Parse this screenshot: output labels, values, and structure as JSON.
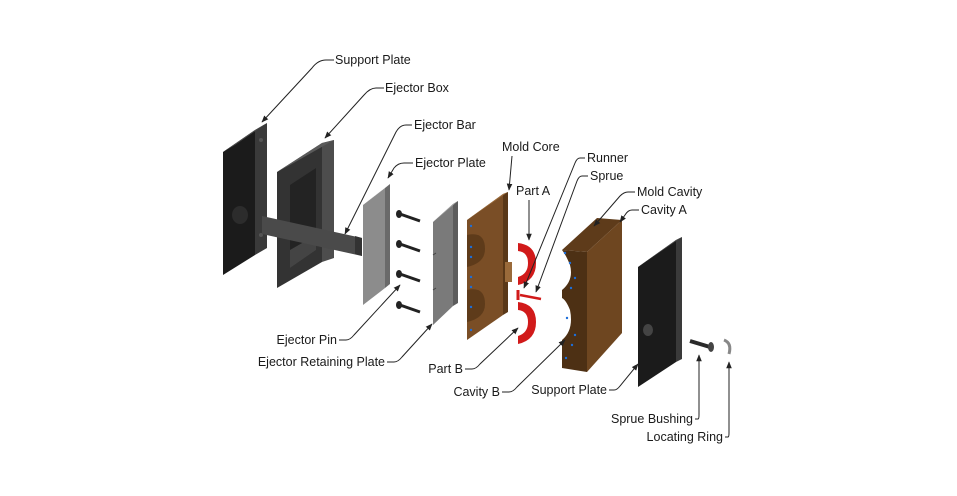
{
  "labels": {
    "support_plate_top": "Support Plate",
    "ejector_box": "Ejector Box",
    "ejector_bar": "Ejector Bar",
    "ejector_plate": "Ejector Plate",
    "mold_core": "Mold Core",
    "part_a": "Part A",
    "runner": "Runner",
    "sprue": "Sprue",
    "mold_cavity": "Mold Cavity",
    "cavity_a": "Cavity A",
    "ejector_pin": "Ejector Pin",
    "ejector_retaining_plate": "Ejector Retaining Plate",
    "part_b": "Part B",
    "cavity_b": "Cavity B",
    "support_plate_bottom": "Support Plate",
    "sprue_bushing": "Sprue Bushing",
    "locating_ring": "Locating Ring"
  },
  "colors": {
    "support_plate": "#1e1e1e",
    "ejector_box": "#2e2e2e",
    "ejector_plate": "#8a8a8a",
    "mold": "#6b4420",
    "part": "#d11a1a",
    "cooling_holes": "#1e6fd9"
  }
}
